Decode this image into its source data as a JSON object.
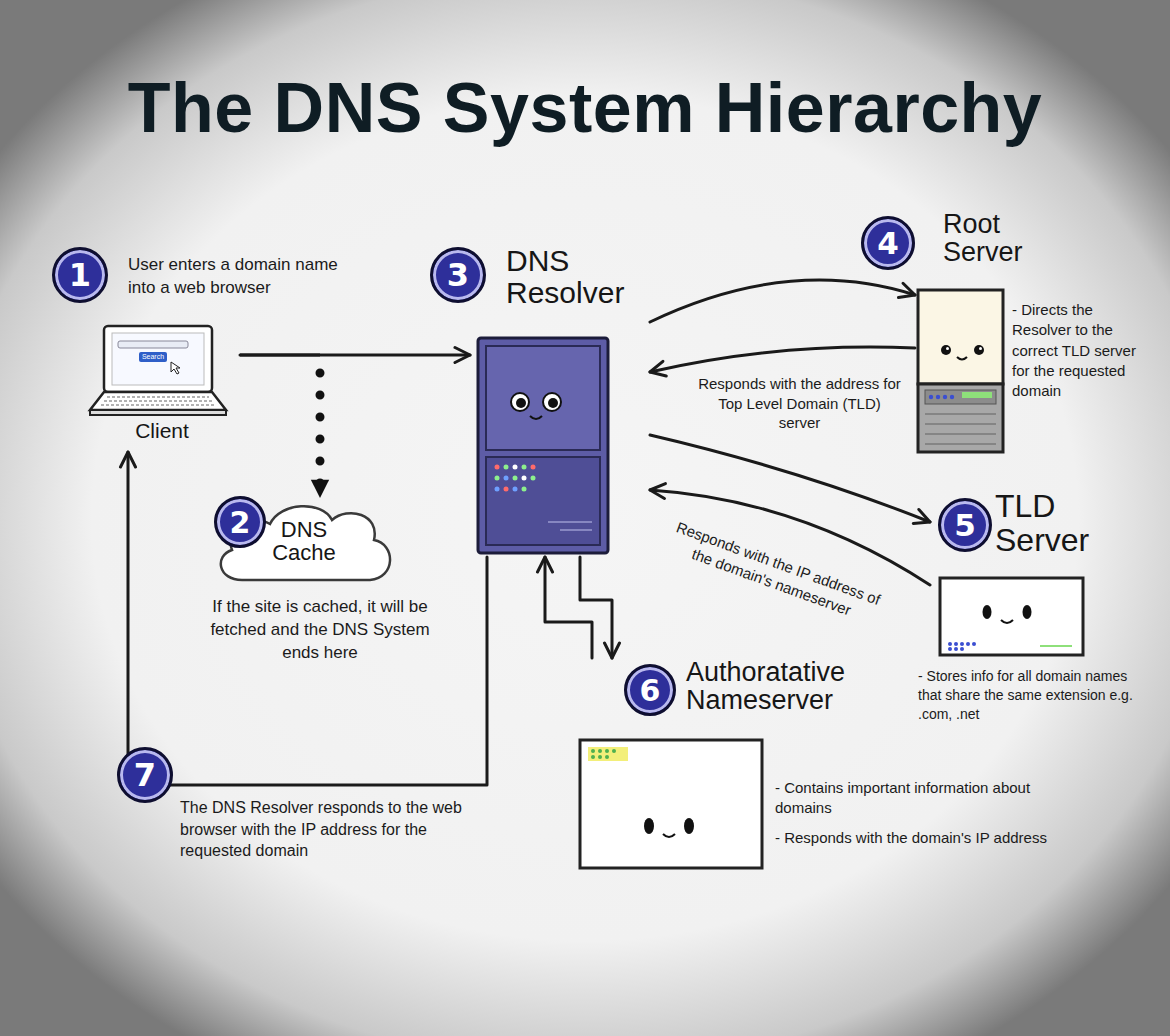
{
  "diagram": {
    "title": "The DNS System Hierarchy",
    "nodes": [
      {
        "text": [
          "Client"
        ]
      },
      {
        "text": [
          "DNS Cache"
        ]
      },
      {
        "text": [
          "DNS Resolver"
        ]
      },
      {
        "text": [
          "Root Server"
        ]
      },
      {
        "text": [
          "TLD Server"
        ]
      },
      {
        "text": [
          "Authoratative Nameserver"
        ]
      }
    ],
    "edges": [
      {
        "from": 0,
        "to": 2,
        "arrow": "to"
      },
      {
        "from": 0,
        "to": 1,
        "arrow": "to"
      },
      {
        "from": 2,
        "to": 3,
        "arrow": "to"
      },
      {
        "from": 3,
        "to": 2,
        "label": "Responds with the address for Top Level Domain (TLD) server",
        "arrow": "to"
      },
      {
        "from": 2,
        "to": 4,
        "arrow": "to"
      },
      {
        "from": 4,
        "to": 2,
        "label": "Responds with the IP address of the domain's nameserver",
        "arrow": "to"
      },
      {
        "from": 2,
        "to": 5,
        "arrow": "to"
      },
      {
        "from": 5,
        "to": 2,
        "arrow": "to"
      },
      {
        "from": 2,
        "to": 0,
        "arrow": "to"
      }
    ],
    "labels": [
      "1",
      "User enters a domain name into a web browser",
      "Search",
      "2",
      "If the site is cached, it will be fetched and the DNS System ends here",
      "3",
      "4",
      "- Directs the Resolver to the correct TLD server for the requested domain",
      "5",
      "- Stores info for all domain names that share the same extension e.g. .com, .net",
      "6",
      "- Contains important information about domains",
      "- Responds with the domain's IP address",
      "7",
      "The DNS Resolver responds to the web browser with the IP address for the requested domain"
    ]
  }
}
